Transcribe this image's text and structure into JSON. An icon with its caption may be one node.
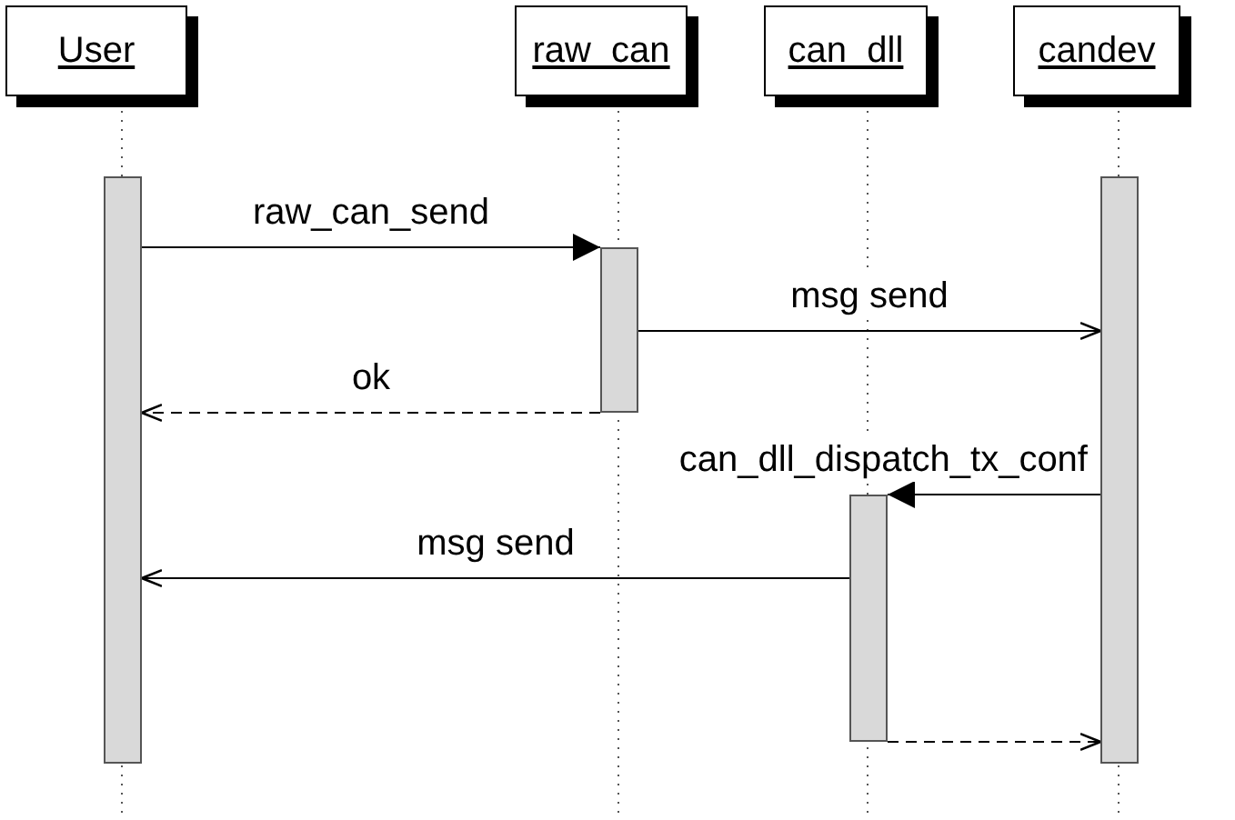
{
  "diagram": {
    "nodes": [
      {
        "text": [
          "User"
        ]
      },
      {
        "text": [
          "raw_can"
        ]
      },
      {
        "text": [
          "can_dll"
        ]
      },
      {
        "text": [
          "candev"
        ]
      },
      {
        "text": [],
        "shape": "bar"
      },
      {
        "text": [],
        "shape": "bar"
      },
      {
        "text": [],
        "shape": "bar"
      },
      {
        "text": [],
        "shape": "bar"
      }
    ],
    "edges": [
      {
        "from": 4,
        "to": 5,
        "arrow": "to",
        "label": "raw_can_send"
      },
      {
        "from": 5,
        "to": 7,
        "arrow": "to",
        "label": "msg send"
      },
      {
        "from": 5,
        "to": 4,
        "arrow": "to",
        "label": "ok",
        "style": "dashed"
      },
      {
        "from": 7,
        "to": 6,
        "arrow": "to",
        "label": "can_dll_dispatch_tx_conf"
      },
      {
        "from": 6,
        "to": 4,
        "arrow": "to",
        "label": "msg send"
      },
      {
        "from": 6,
        "to": 7,
        "arrow": "to",
        "style": "dashed"
      }
    ]
  }
}
